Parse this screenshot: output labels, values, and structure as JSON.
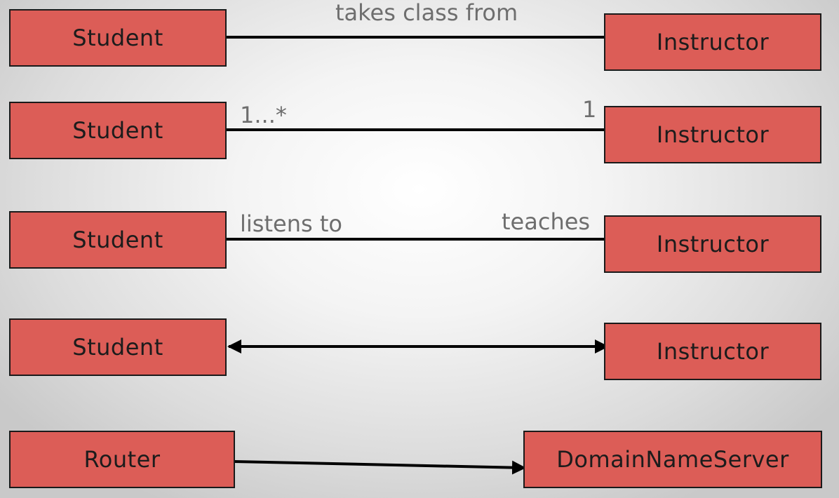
{
  "rows": [
    {
      "left": "Student",
      "right": "Instructor",
      "name_label": "takes class from",
      "left_label": "",
      "right_label": ""
    },
    {
      "left": "Student",
      "right": "Instructor",
      "name_label": "",
      "left_label": "1...*",
      "right_label": "1"
    },
    {
      "left": "Student",
      "right": "Instructor",
      "name_label": "",
      "left_label": "listens to",
      "right_label": "teaches"
    },
    {
      "left": "Student",
      "right": "Instructor",
      "name_label": "",
      "left_label": "",
      "right_label": "",
      "navigability": "bidirectional"
    },
    {
      "left": "Router",
      "right": "DomainNameServer",
      "name_label": "",
      "left_label": "",
      "right_label": "",
      "navigability": "unidirectional"
    }
  ],
  "colors": {
    "box_fill": "#dc5d57",
    "line": "#000000",
    "label": "#6e6e6e"
  }
}
